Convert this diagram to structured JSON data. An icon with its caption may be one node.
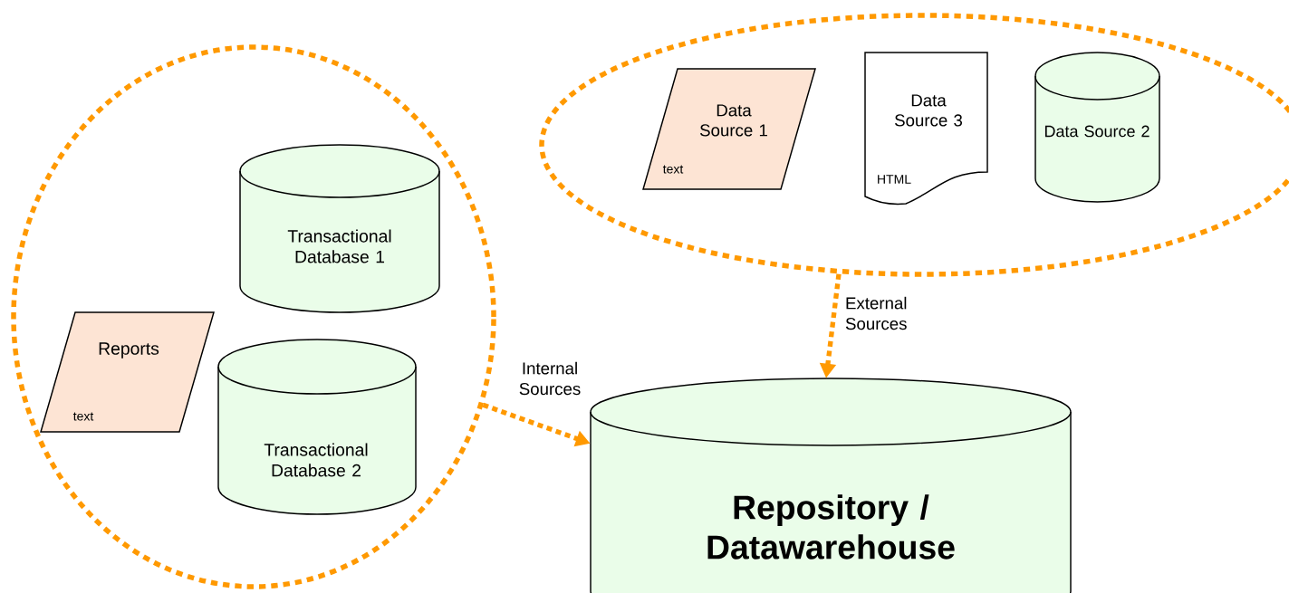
{
  "diagram": {
    "nodes": [
      {
        "text": [],
        "shape": "ellipse"
      },
      {
        "text": [
          "Transactional Database 1"
        ],
        "in": 0
      },
      {
        "text": [
          "Reports",
          "text"
        ],
        "in": 0
      },
      {
        "text": [
          "Transactional Database 2"
        ],
        "in": 0
      },
      {
        "text": [],
        "shape": "ellipse"
      },
      {
        "text": [
          "Data Source 1",
          "text"
        ],
        "in": 4
      },
      {
        "text": [
          "Data Source 3",
          "HTML"
        ],
        "in": 4
      },
      {
        "text": [
          "Data Source 2"
        ],
        "in": 4
      },
      {
        "text": [
          "Repository / Datawarehouse"
        ]
      }
    ],
    "edges": [
      {
        "from": 0,
        "to": 8,
        "arrow": "to",
        "label": "Internal Sources",
        "style": "dashed"
      },
      {
        "from": 4,
        "to": 8,
        "arrow": "to",
        "label": "External Sources",
        "style": "dashed"
      }
    ]
  }
}
